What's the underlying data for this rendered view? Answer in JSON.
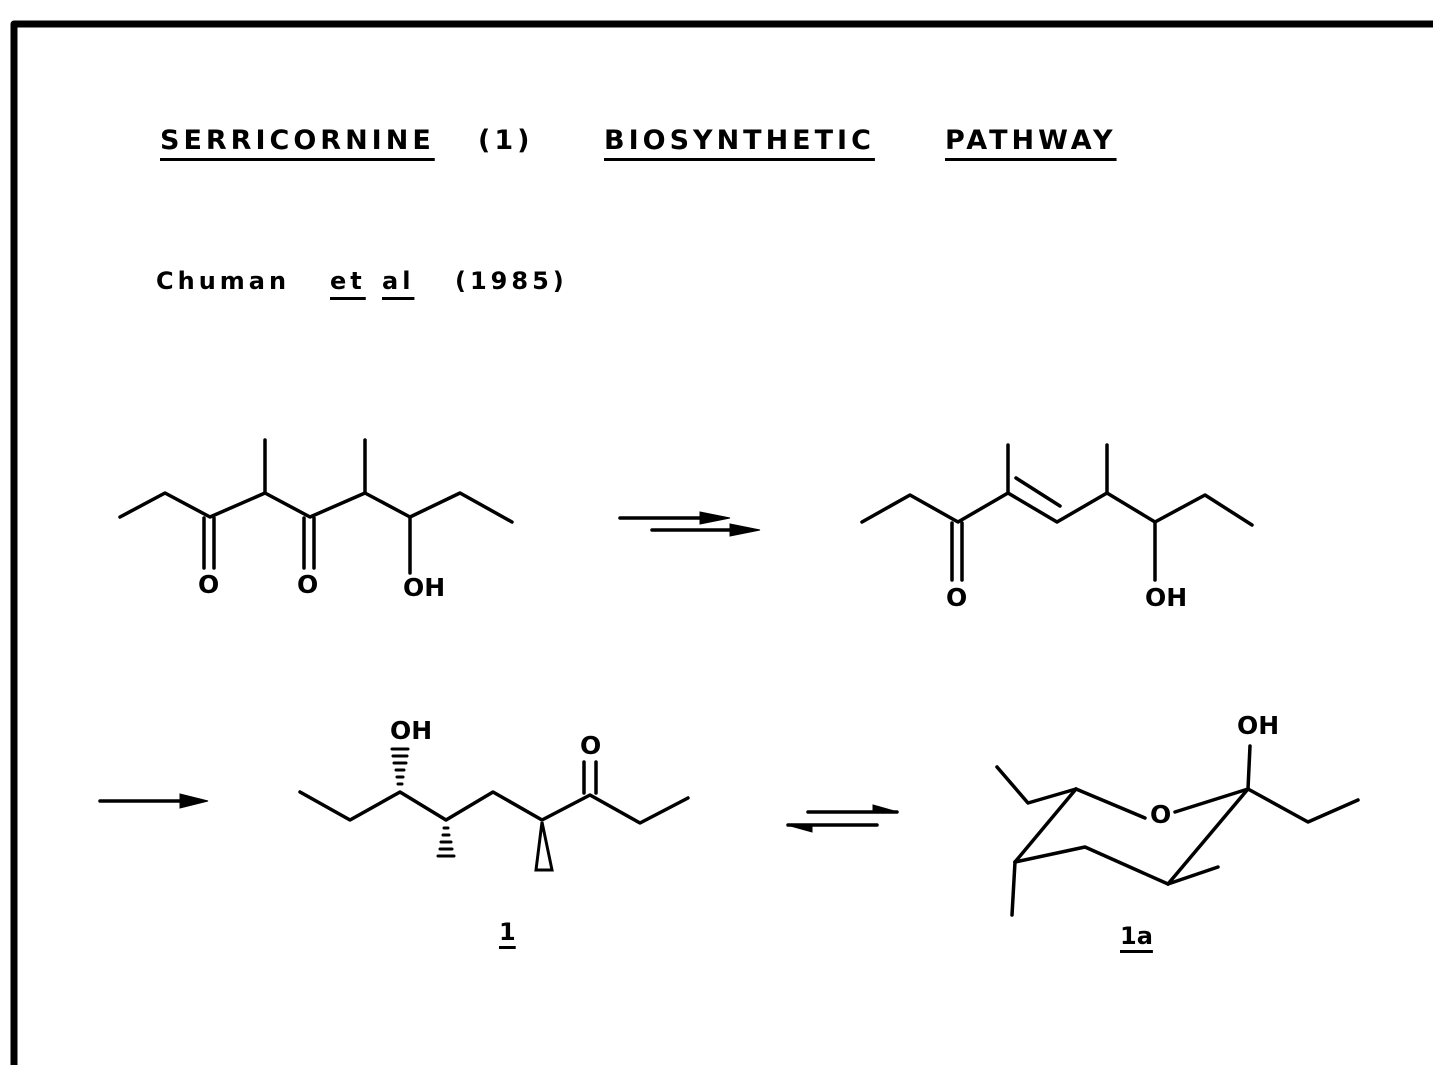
{
  "title": {
    "word1": "SERRICORNINE",
    "word2": "(1)",
    "word3": "BIOSYNTHETIC",
    "word4": "PATHWAY"
  },
  "citation": {
    "author": "Chuman",
    "etal1": "et",
    "etal2": "al",
    "year": "(1985)"
  },
  "atoms": {
    "o1": "O",
    "o2": "O",
    "oh1": "OH",
    "o3": "O",
    "oh2": "OH",
    "oh3": "OH",
    "o4": "O",
    "oh4": "OH",
    "ring_o": "O"
  },
  "compound_labels": {
    "serricornine": "1",
    "cyclic": "1a"
  }
}
